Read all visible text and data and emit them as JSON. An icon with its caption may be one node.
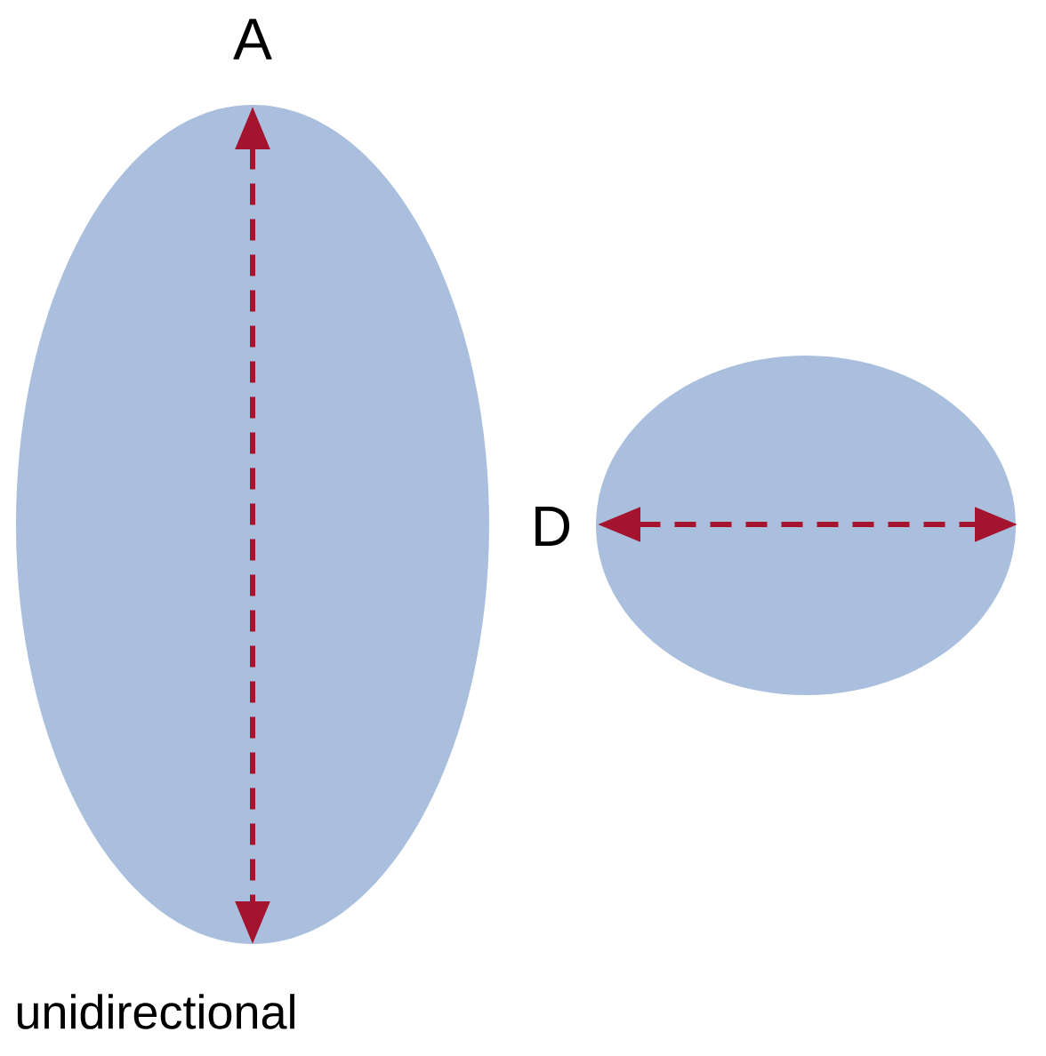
{
  "diagram": {
    "labels": [
      "A",
      "D",
      "unidirectional"
    ]
  }
}
